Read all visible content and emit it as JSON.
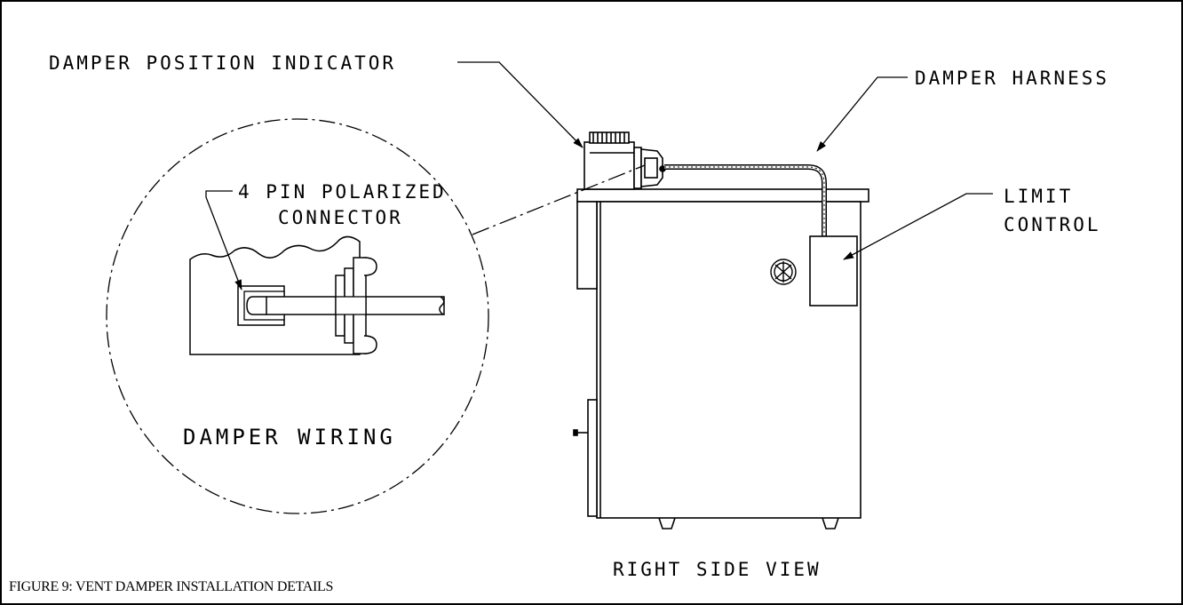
{
  "figure": {
    "caption": "FIGURE 9: VENT DAMPER INSTALLATION DETAILS"
  },
  "labels": {
    "damper_position_indicator": "DAMPER POSITION INDICATOR",
    "damper_harness": "DAMPER HARNESS",
    "limit_control_line1": "LIMIT",
    "limit_control_line2": "CONTROL",
    "connector_line1": "4 PIN POLARIZED",
    "connector_line2": "CONNECTOR",
    "detail_title": "DAMPER WIRING",
    "view_title": "RIGHT SIDE VIEW"
  }
}
